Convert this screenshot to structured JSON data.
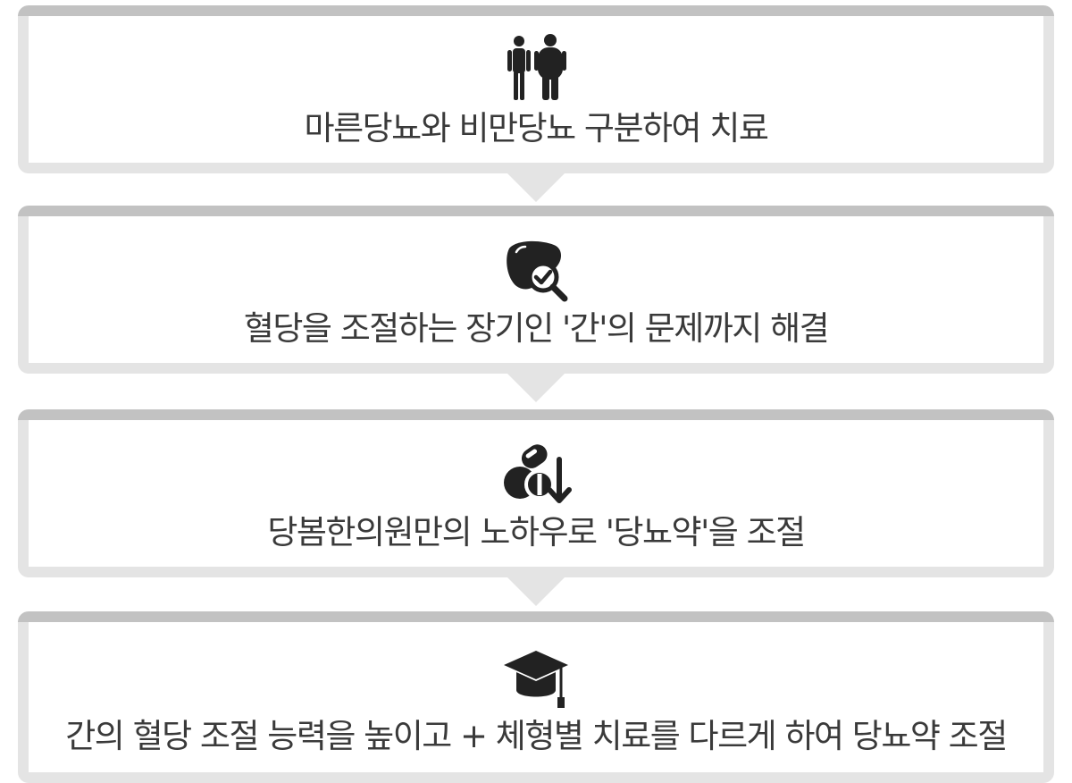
{
  "steps": [
    {
      "icon": "two-people-icon",
      "label": "마른당뇨와 비만당뇨 구분하여 치료"
    },
    {
      "icon": "liver-check-icon",
      "label": "혈당을 조절하는 장기인 '간'의 문제까지 해결"
    },
    {
      "icon": "pills-down-icon",
      "label": "당봄한의원만의 노하우로 '당뇨약'을 조절"
    },
    {
      "icon": "graduation-cap-icon",
      "label": "간의 혈당 조절 능력을 높이고 + 체형별 치료를 다르게 하여 당뇨약 조절"
    }
  ],
  "colors": {
    "card_fill": "#e4e4e4",
    "card_top": "#c2c2c2",
    "icon": "#222222",
    "text": "#3a3a3a"
  }
}
